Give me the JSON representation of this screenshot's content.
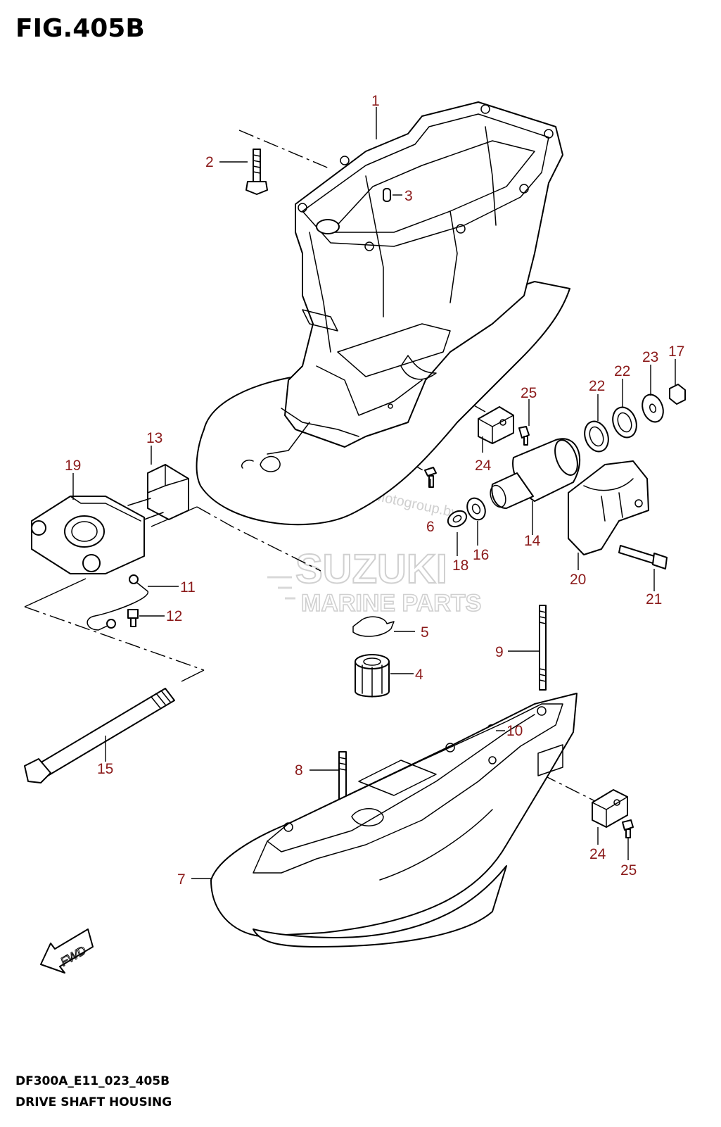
{
  "figure": {
    "title": "FIG.405B",
    "code": "DF300A_E11_023_405B",
    "name": "DRIVE SHAFT HOUSING"
  },
  "fwd_label": "FWD",
  "watermark": {
    "brand": "SUZUKI",
    "sub": "MARINE PARTS",
    "site": "Motogroup.by"
  },
  "callouts": [
    "1",
    "2",
    "3",
    "4",
    "5",
    "6",
    "7",
    "8",
    "9",
    "10",
    "11",
    "12",
    "13",
    "14",
    "15",
    "16",
    "17",
    "18",
    "19",
    "20",
    "21",
    "22",
    "22",
    "23",
    "24",
    "24",
    "25",
    "25"
  ],
  "colors": {
    "callout": "#8b1a1a",
    "line": "#000000",
    "watermark": "#d0d0d0"
  }
}
